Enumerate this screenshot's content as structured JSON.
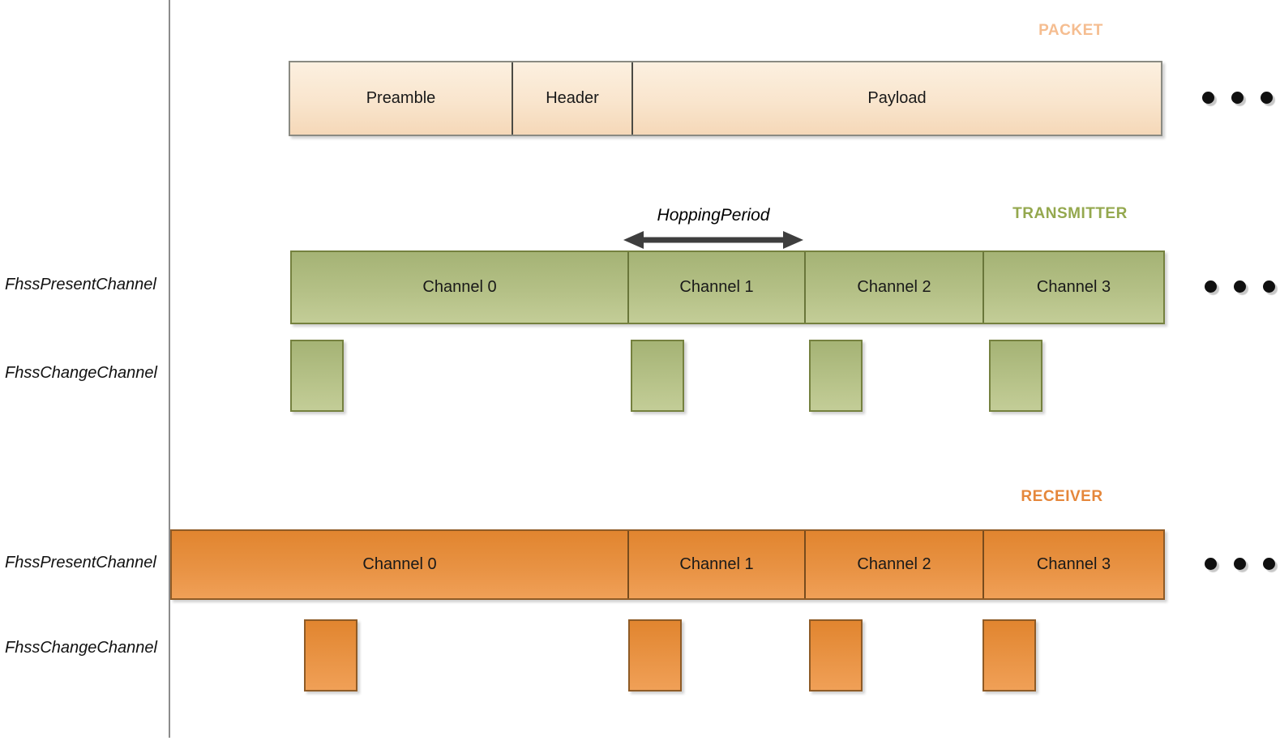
{
  "diagram": {
    "packet": {
      "title": "PACKET",
      "segments": [
        {
          "label": "Preamble"
        },
        {
          "label": "Header"
        },
        {
          "label": "Payload"
        }
      ]
    },
    "transmitter": {
      "title": "TRANSMITTER",
      "hopping_period_label": "HoppingPeriod",
      "rows": {
        "present_channel": "FhssPresentChannel",
        "change_channel": "FhssChangeChannel"
      },
      "channels": [
        {
          "label": "Channel 0"
        },
        {
          "label": "Channel 1"
        },
        {
          "label": "Channel 2"
        },
        {
          "label": "Channel 3"
        }
      ]
    },
    "receiver": {
      "title": "RECEIVER",
      "rows": {
        "present_channel": "FhssPresentChannel",
        "change_channel": "FhssChangeChannel"
      },
      "channels": [
        {
          "label": "Channel 0"
        },
        {
          "label": "Channel 1"
        },
        {
          "label": "Channel 2"
        },
        {
          "label": "Channel 3"
        }
      ]
    },
    "colors": {
      "packet_fill_top": "#FCF0E0",
      "packet_fill_bottom": "#F5D8B8",
      "packet_title": "#F5BD90",
      "transmitter_fill_top": "#A5B375",
      "transmitter_fill_bottom": "#C3CD97",
      "transmitter_title": "#94A84E",
      "receiver_fill_top": "#E1852F",
      "receiver_fill_bottom": "#F0A057",
      "receiver_title": "#E5873B",
      "arrow": "#3E3E3E"
    }
  }
}
